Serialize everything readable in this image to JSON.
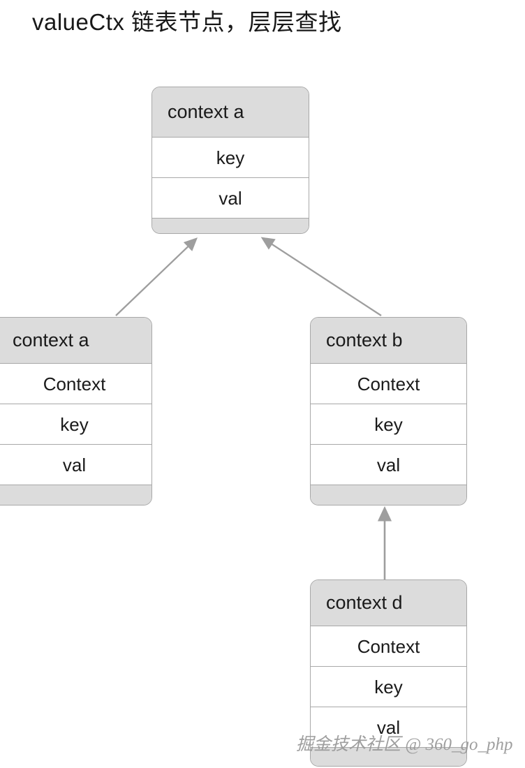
{
  "title": "valueCtx 链表节点，层层查找",
  "colors": {
    "header_fill": "#dcdcdc",
    "row_fill": "#ffffff",
    "border": "#a8a8a8",
    "text": "#1a1a1a",
    "arrow": "#9e9e9e",
    "watermark": "#9a9a9a"
  },
  "diagram": {
    "type": "linked-list-node-chain",
    "nodes": [
      {
        "id": "top",
        "header": "context a",
        "rows": [
          "key",
          "val"
        ],
        "has_footer": true
      },
      {
        "id": "left",
        "header": "context a",
        "rows": [
          "Context",
          "key",
          "val"
        ],
        "has_footer": true
      },
      {
        "id": "b",
        "header": "context b",
        "rows": [
          "Context",
          "key",
          "val"
        ],
        "has_footer": true
      },
      {
        "id": "d",
        "header": "context d",
        "rows": [
          "Context",
          "key",
          "val"
        ],
        "has_footer": true
      }
    ],
    "edges": [
      {
        "from": "left",
        "to": "top",
        "style": "arrow"
      },
      {
        "from": "b",
        "to": "top",
        "style": "arrow"
      },
      {
        "from": "d",
        "to": "b",
        "style": "arrow"
      }
    ]
  },
  "watermark": "掘金技术社区 @ 360_go_php"
}
